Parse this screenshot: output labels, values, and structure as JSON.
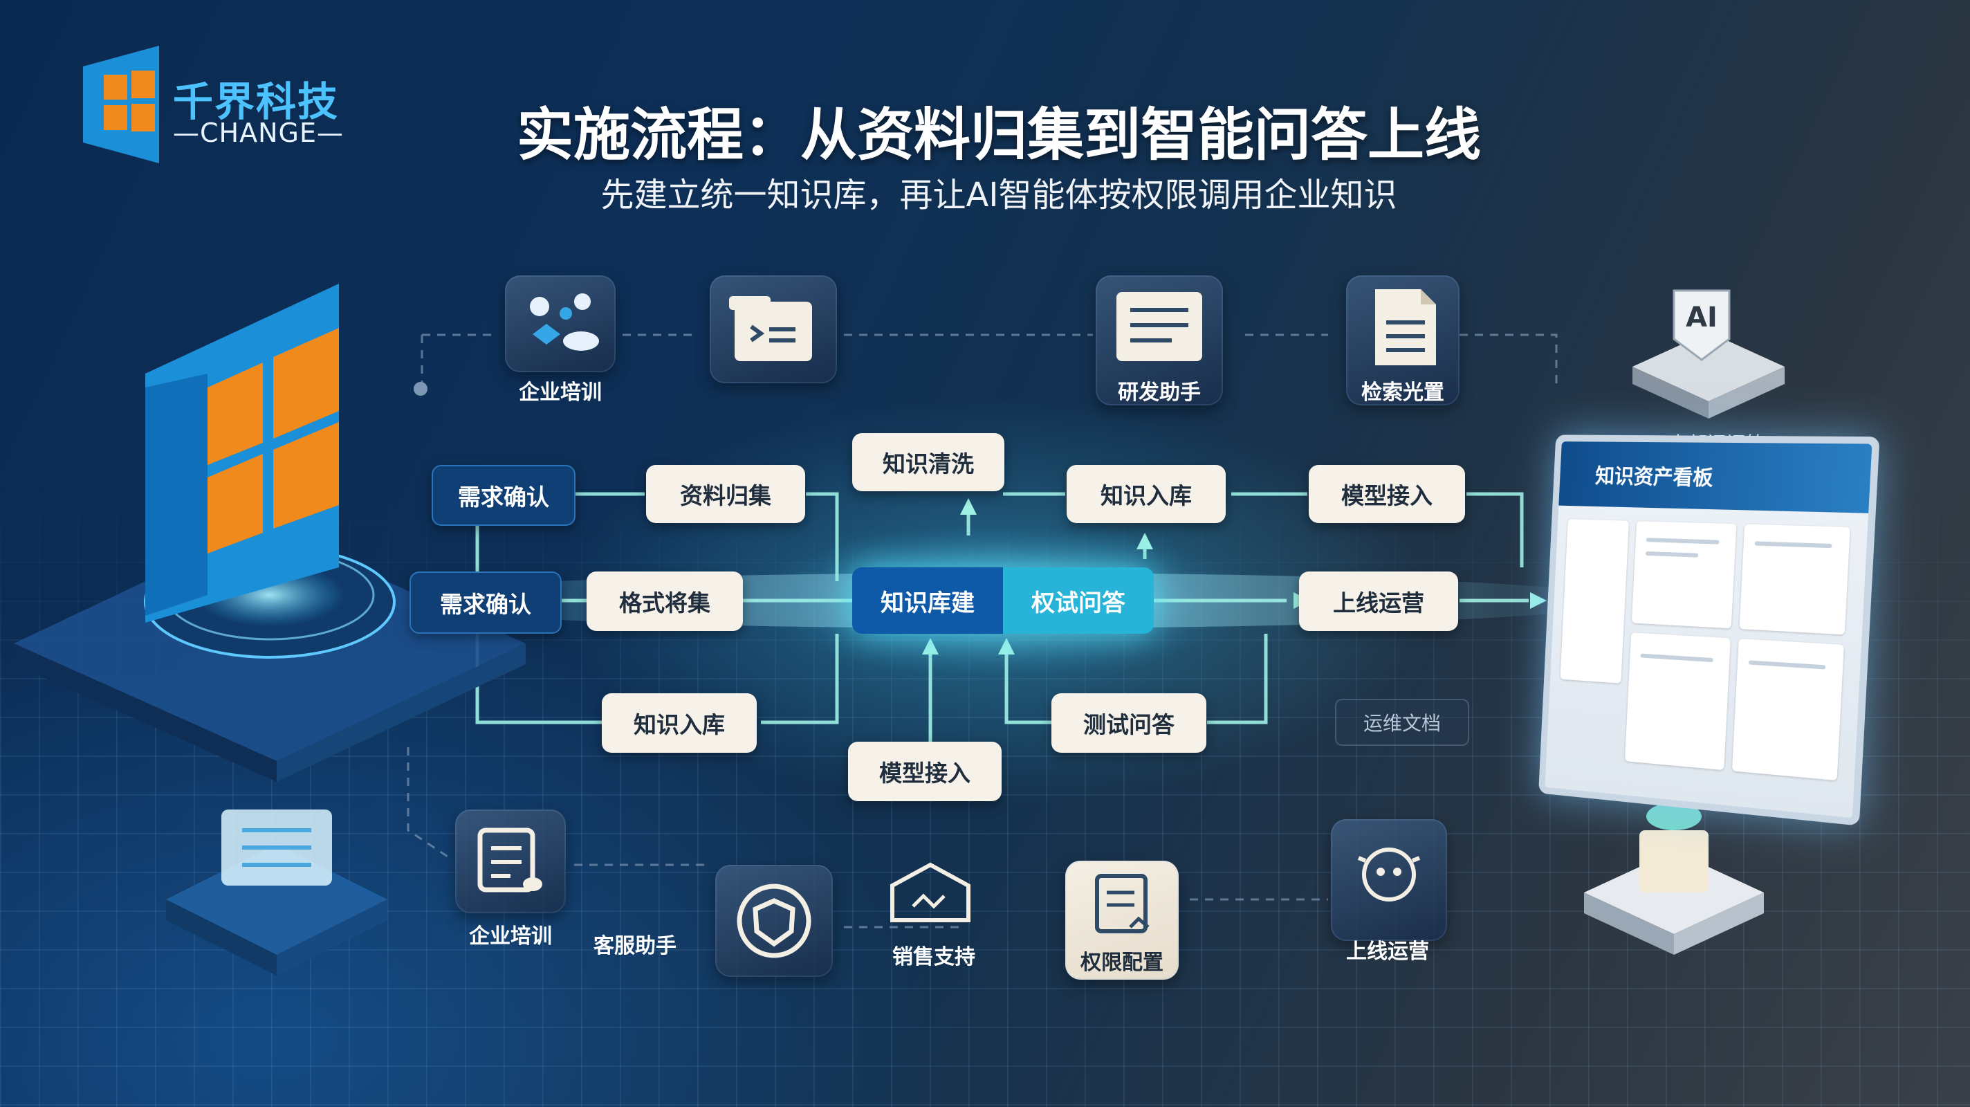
{
  "header": {
    "logo_name": "千界科技",
    "logo_sub": "—CHANGE—",
    "title": "实施流程：从资料归集到智能问答上线",
    "subtitle": "先建立统一知识库，再让AI智能体按权限调用企业知识"
  },
  "flow": {
    "hub_left": "知识库建",
    "hub_right": "权试问答",
    "nodes": {
      "req_confirm_top": "需求确认",
      "req_confirm_mid": "需求确认",
      "data_collect": "资料归集",
      "format_collect": "格式将集",
      "knowledge_in_low": "知识入库",
      "knowledge_clean": "知识清洗",
      "knowledge_in_top": "知识入库",
      "model_access_top": "模型接入",
      "go_live_mid": "上线运营",
      "model_access_low": "模型接入",
      "test_qa": "测试问答"
    }
  },
  "top_icons": {
    "training": "企业培训",
    "rd_assistant": "研发助手",
    "search_config": "检索光置"
  },
  "bottom_icons": {
    "training": "企业培训",
    "customer_service": "客服助手",
    "sales_support": "销售支持",
    "permission_config": "权限配置",
    "go_live": "上线运营"
  },
  "right_panel": {
    "ai_badge": "AI",
    "internal_qa": "内部问问答",
    "dashboard_title": "知识资产看板",
    "ops_docs": "运维文档"
  },
  "colors": {
    "accent_cyan": "#4cc3ff",
    "node_light": "#f6f2ea",
    "node_dark": "#0f3f74",
    "hub_left": "#0e5aa8",
    "hub_right": "#27b4d8",
    "logo_orange": "#f08a1c",
    "logo_blue": "#1e8fd6"
  }
}
